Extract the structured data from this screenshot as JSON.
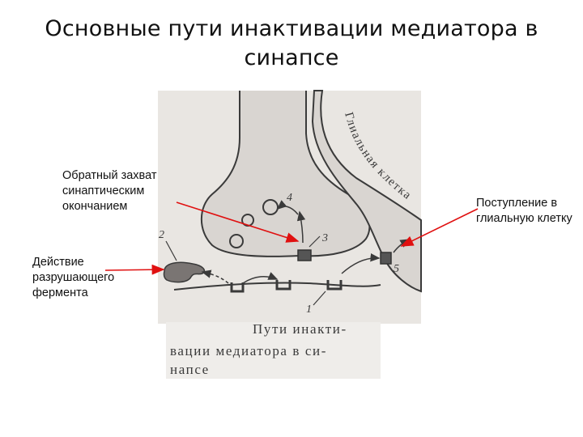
{
  "title": "Основные пути инактивации медиатора в синапсе",
  "callouts": {
    "reuptake": "Обратный захват синаптическим окончанием",
    "enzyme": "Действие разрушающего фермента",
    "glia": "Поступление в глиальную клетку"
  },
  "figure": {
    "glial_label": "Глиальная клетка",
    "numbers": {
      "n1": "1",
      "n2": "2",
      "n3": "3",
      "n4": "4",
      "n5": "5"
    },
    "caption": {
      "line1": "Пути инакти-",
      "line2": "вации медиатора в си-",
      "line3": "напсе"
    }
  },
  "colors": {
    "arrow": "#e01010",
    "paper": "#e9e6e2",
    "ink": "#3a3a3a",
    "cell_fill": "#d9d5d1"
  }
}
